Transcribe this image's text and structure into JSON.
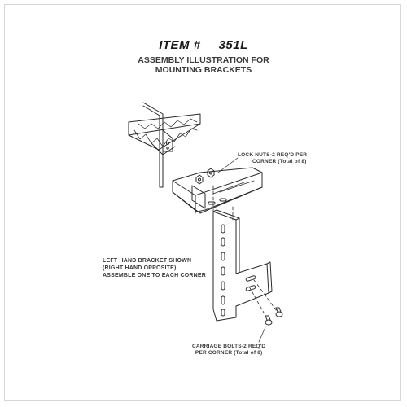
{
  "header": {
    "item_label": "ITEM #",
    "item_number": "351L",
    "subtitle_line1": "ASSEMBLY ILLUSTRATION FOR",
    "subtitle_line2": "MOUNTING BRACKETS"
  },
  "callouts": {
    "lock_nuts_line1": "LOCK NUTS-2 REQ'D PER",
    "lock_nuts_line2": "CORNER (Total of 8)",
    "left_line1": "LEFT HAND BRACKET SHOWN",
    "left_line2": "(RIGHT HAND OPPOSITE)",
    "left_line3": "ASSEMBLE ONE TO EACH CORNER",
    "bolts_line1": "CARRIAGE BOLTS-2 REQ'D",
    "bolts_line2": "PER CORNER (Total of 8)"
  },
  "colors": {
    "line": "#2a2a2a",
    "text": "#3a3a3a"
  }
}
